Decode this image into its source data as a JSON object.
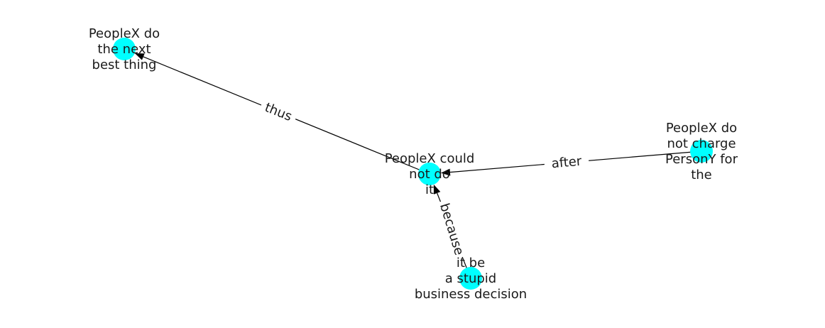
{
  "colors": {
    "node_fill": "#00ffff",
    "edge": "#000000",
    "text": "#1a1a1a",
    "background": "#ffffff"
  },
  "nodes": [
    {
      "id": "n_center",
      "lines": [
        "PeopleX could",
        "not do",
        "it"
      ]
    },
    {
      "id": "n_topleft",
      "lines": [
        "PeopleX do",
        "the next",
        "best thing"
      ]
    },
    {
      "id": "n_right",
      "lines": [
        "PeopleX do",
        "not charge",
        "PersonY for",
        "the"
      ]
    },
    {
      "id": "n_bottom",
      "lines": [
        "it be",
        "a stupid",
        "business decision"
      ]
    }
  ],
  "edges": [
    {
      "id": "e_thus",
      "source": "n_center",
      "target": "n_topleft",
      "label": "thus"
    },
    {
      "id": "e_after",
      "source": "n_right",
      "target": "n_center",
      "label": "after"
    },
    {
      "id": "e_because",
      "source": "n_bottom",
      "target": "n_center",
      "label": "because"
    }
  ]
}
